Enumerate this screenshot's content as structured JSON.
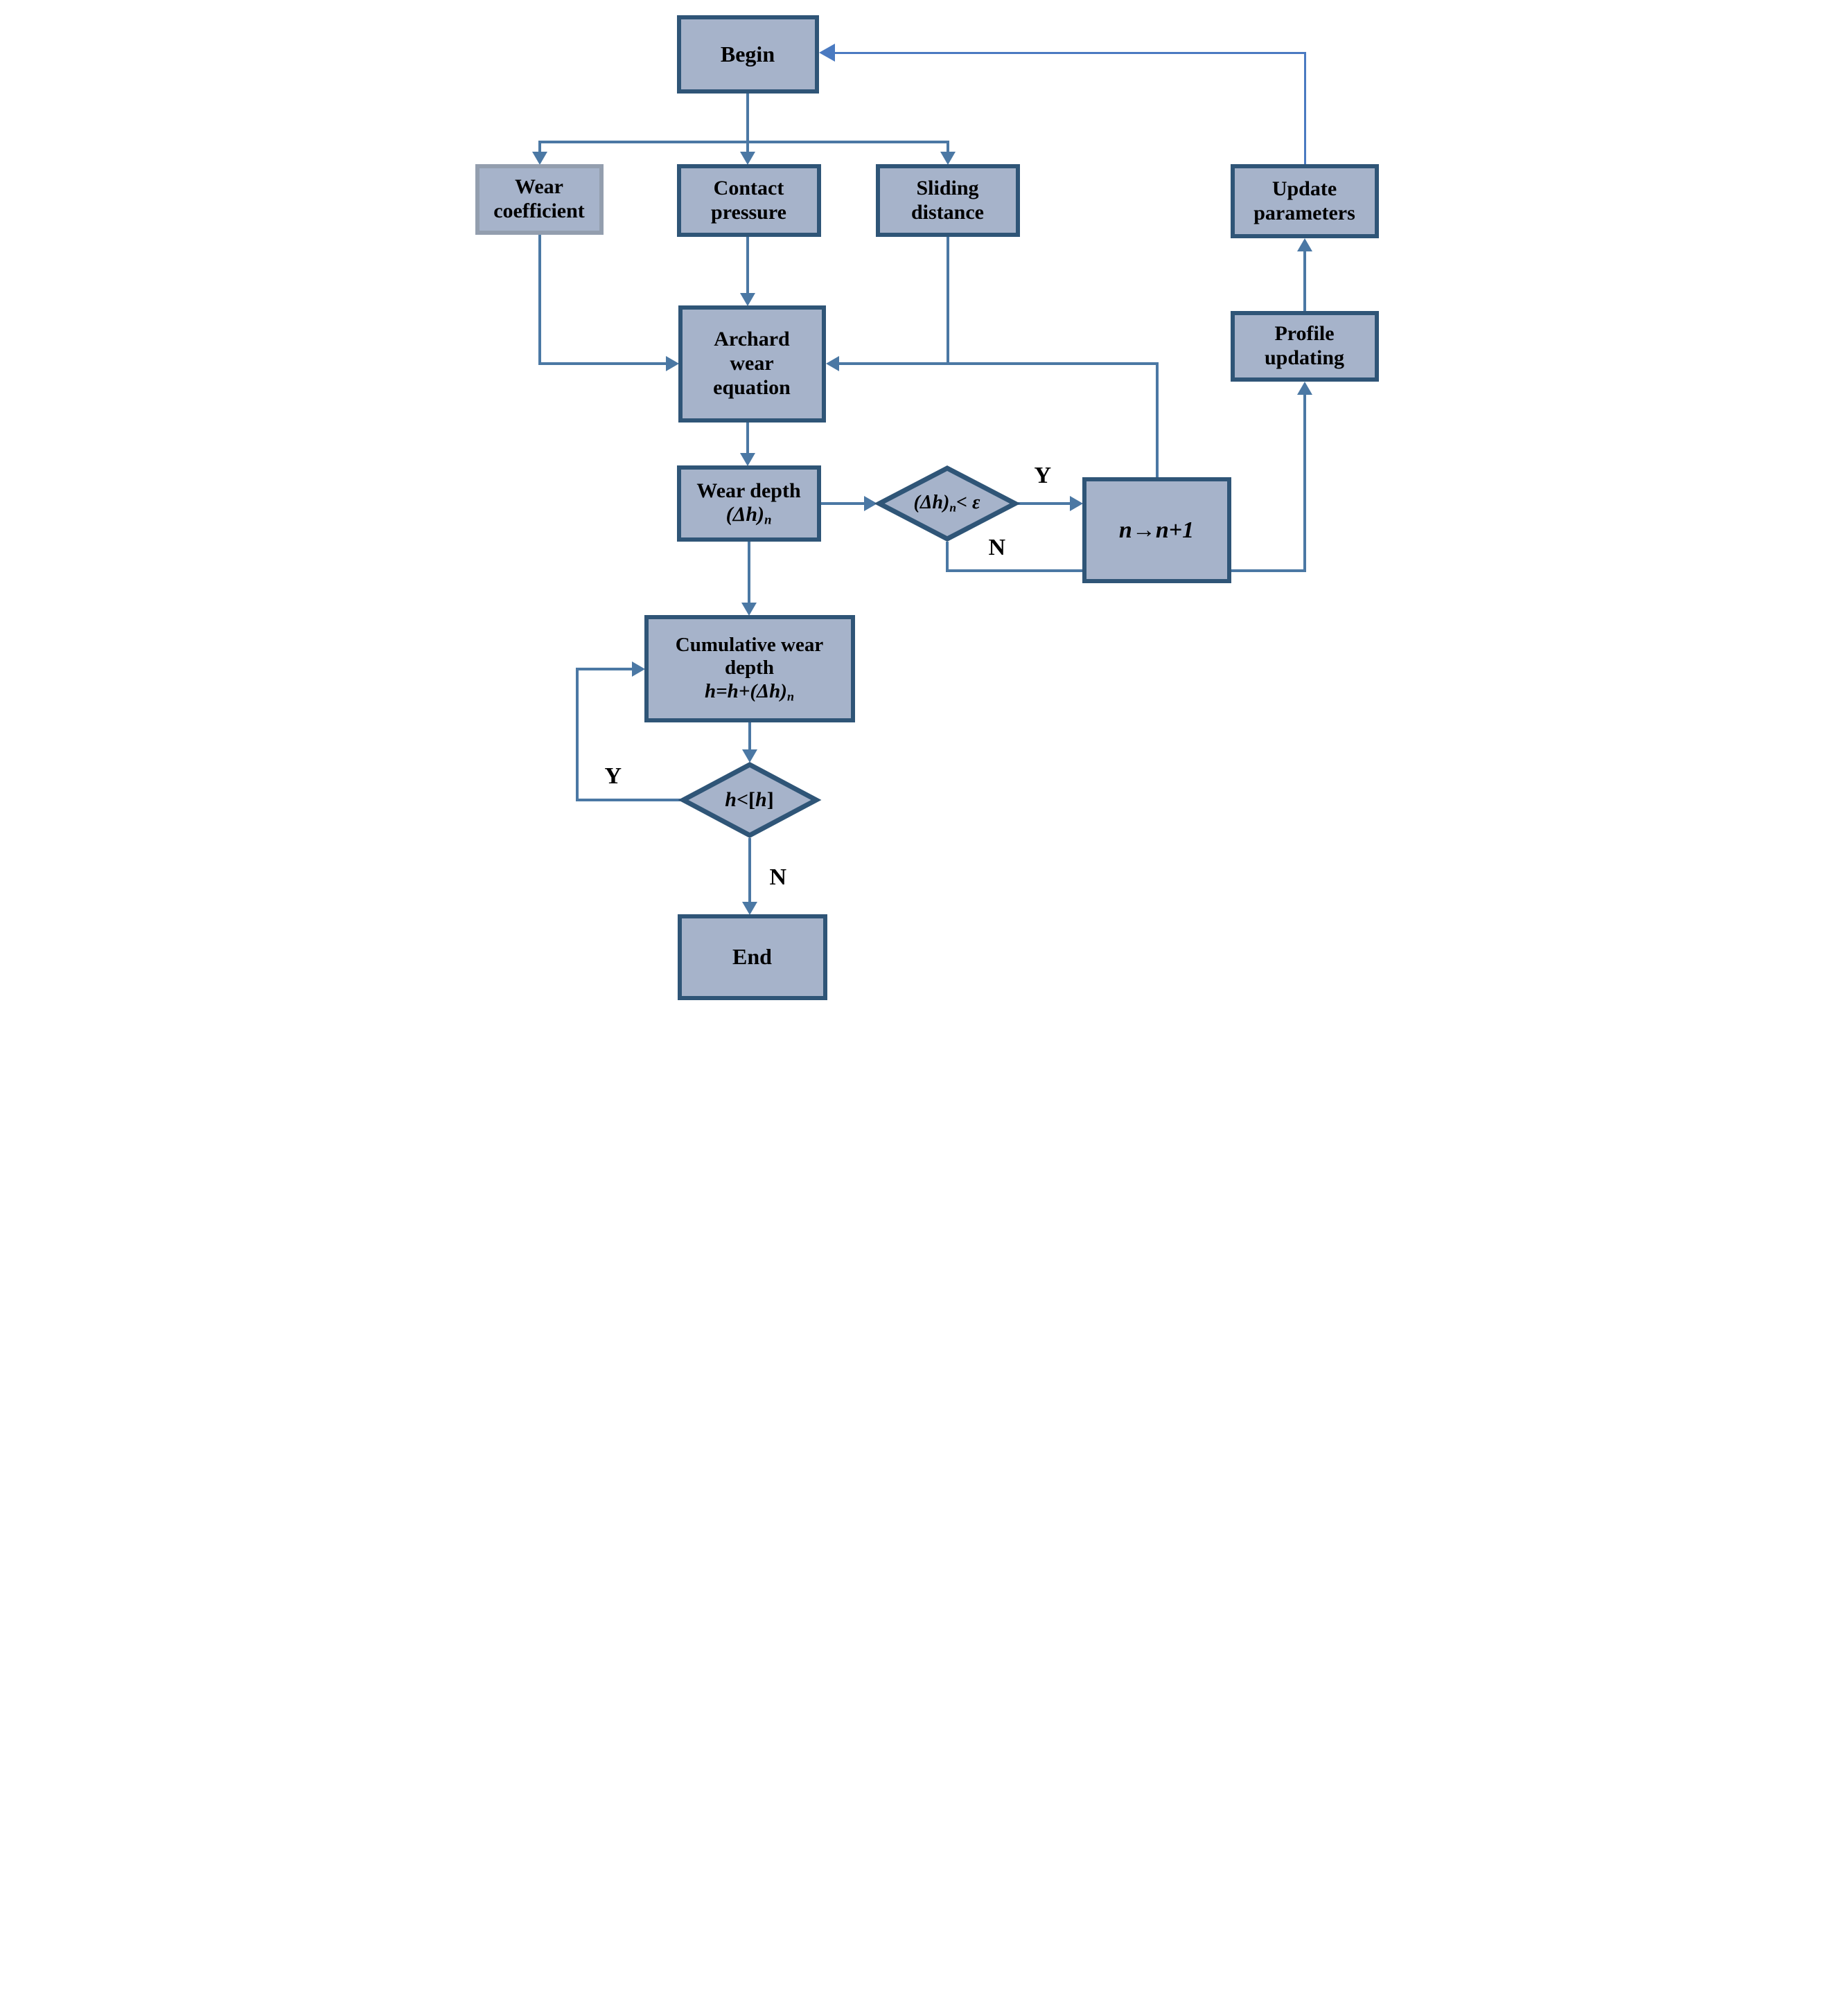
{
  "figure": {
    "type": "flowchart"
  },
  "colors": {
    "box_fill": "#a6b3ca",
    "box_border": "#2f5577",
    "wear_coefficient_border": "#939eae",
    "connector": "#4b78a4",
    "feedback_line": "#4a7ac1",
    "text": "#000000"
  },
  "nodes": {
    "begin": {
      "label": "Begin"
    },
    "wear_coefficient": {
      "line1": "Wear",
      "line2": "coefficient"
    },
    "contact_pressure": {
      "line1": "Contact",
      "line2": "pressure"
    },
    "sliding_distance": {
      "line1": "Sliding",
      "line2": "distance"
    },
    "update_parameters": {
      "line1": "Update",
      "line2": "parameters"
    },
    "archard_wear_equation": {
      "line1": "Archard",
      "line2": "wear",
      "line3": "equation"
    },
    "profile_updating": {
      "line1": "Profile",
      "line2": "updating"
    },
    "wear_depth": {
      "title": "Wear depth",
      "formula": "(Δh)",
      "formula_sub": "n"
    },
    "increment_n": {
      "lhs": "n",
      "arrow": "→",
      "rhs": "n+1"
    },
    "cumulative_wear_depth": {
      "line1": "Cumulative wear",
      "line2": "depth",
      "formula": "h=h+(Δh)",
      "formula_sub": "n"
    },
    "end": {
      "label": "End"
    }
  },
  "decisions": {
    "convergence_check": {
      "expr": "(Δh)",
      "expr_sub": "n",
      "comparison": "< ε"
    },
    "depth_limit_check": {
      "var1": "h",
      "operator": "<[",
      "var2": "h",
      "bracket": "]"
    }
  },
  "edge_labels": {
    "convergence_yes": "Y",
    "convergence_no": "N",
    "depth_yes": "Y",
    "depth_no": "N"
  }
}
